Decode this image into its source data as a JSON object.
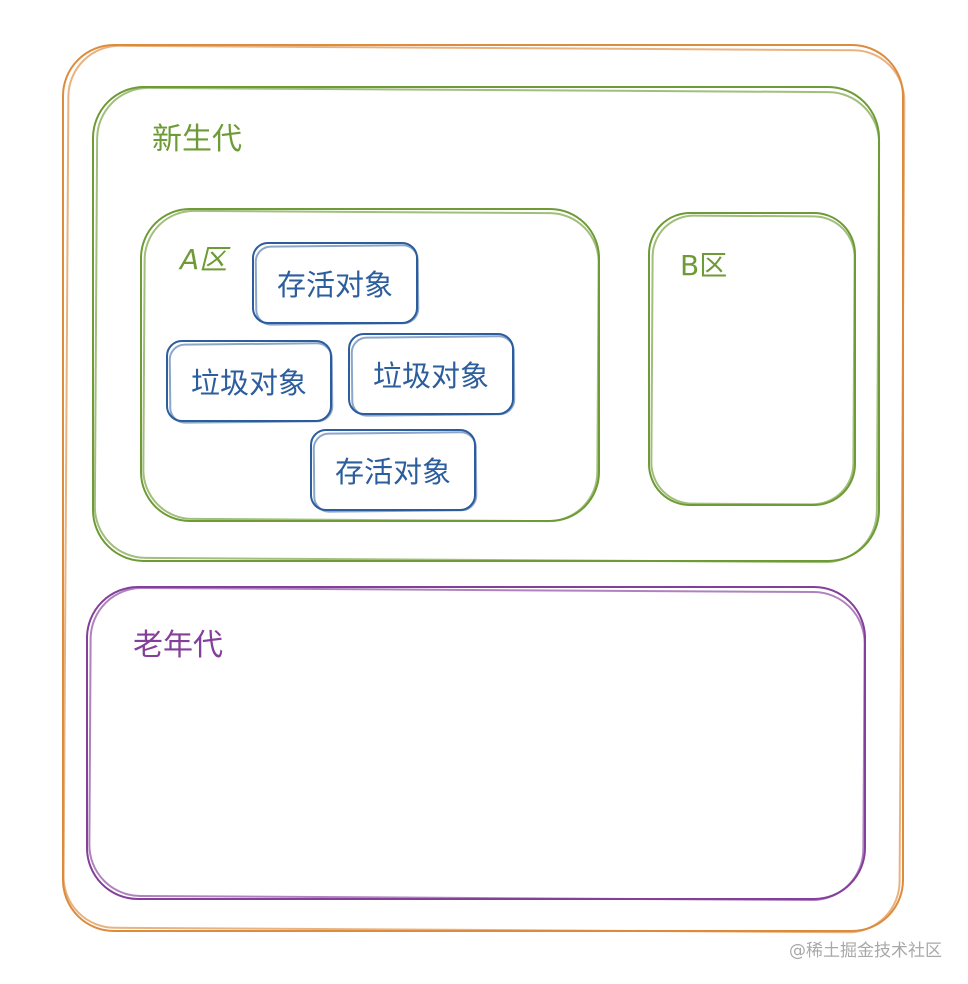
{
  "diagram": {
    "young_generation": {
      "label": "新生代",
      "zone_a": {
        "label": "A区",
        "objects": [
          "存活对象",
          "垃圾对象",
          "垃圾对象",
          "存活对象"
        ]
      },
      "zone_b": {
        "label": "B区"
      }
    },
    "old_generation": {
      "label": "老年代"
    },
    "watermark": "@稀土掘金技术社区"
  },
  "colors": {
    "heap_border": "#dd8b3d",
    "young_border": "#6e9b35",
    "object_border": "#2c5d9c",
    "old_border": "#843f9b",
    "watermark": "#a8a8a8"
  }
}
